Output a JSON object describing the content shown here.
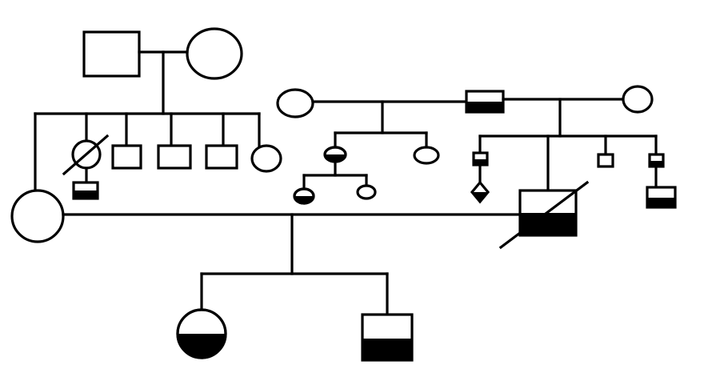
{
  "diagram": {
    "type": "pedigree",
    "legend": "",
    "colors": {
      "line": "#000000",
      "affected": "#000000",
      "background": "#ffffff"
    },
    "individuals": [
      {
        "id": "gen1-grandfather",
        "sex": "male",
        "status": "unaffected"
      },
      {
        "id": "gen1-grandmother",
        "sex": "female",
        "status": "unaffected"
      },
      {
        "id": "gen2-sister-deceased",
        "sex": "female",
        "status": "deceased"
      },
      {
        "id": "gen2-brother-1",
        "sex": "male",
        "status": "unaffected"
      },
      {
        "id": "gen2-brother-2",
        "sex": "male",
        "status": "unaffected"
      },
      {
        "id": "gen2-brother-3",
        "sex": "male",
        "status": "unaffected"
      },
      {
        "id": "gen2-sister-2",
        "sex": "female",
        "status": "unaffected"
      },
      {
        "id": "gen3-nephew",
        "sex": "male",
        "status": "lower-half-affected"
      },
      {
        "id": "mother",
        "sex": "female",
        "status": "unaffected"
      },
      {
        "id": "paternal-left-grandmother",
        "sex": "female",
        "status": "unaffected"
      },
      {
        "id": "paternal-grandfather",
        "sex": "male",
        "status": "lower-half-affected"
      },
      {
        "id": "paternal-right-grandmother",
        "sex": "female",
        "status": "unaffected"
      },
      {
        "id": "half-aunt",
        "sex": "female",
        "status": "lower-half-affected"
      },
      {
        "id": "half-uncle-left",
        "sex": "female",
        "status": "unaffected"
      },
      {
        "id": "half-cousin-female",
        "sex": "female",
        "status": "lower-half-affected"
      },
      {
        "id": "half-cousin-female-2",
        "sex": "female",
        "status": "unaffected"
      },
      {
        "id": "half-uncle-small",
        "sex": "male",
        "status": "lower-half-affected"
      },
      {
        "id": "unknown-sex-child",
        "sex": "unknown",
        "status": "lower-half-affected"
      },
      {
        "id": "father",
        "sex": "male",
        "status": "deceased-lower-half-affected"
      },
      {
        "id": "uncle-small",
        "sex": "male",
        "status": "unaffected"
      },
      {
        "id": "uncle-far-right",
        "sex": "male",
        "status": "lower-half-affected"
      },
      {
        "id": "cousin-far-right",
        "sex": "male",
        "status": "lower-half-affected"
      },
      {
        "id": "daughter",
        "sex": "female",
        "status": "lower-half-affected"
      },
      {
        "id": "son",
        "sex": "male",
        "status": "lower-half-affected"
      }
    ]
  }
}
